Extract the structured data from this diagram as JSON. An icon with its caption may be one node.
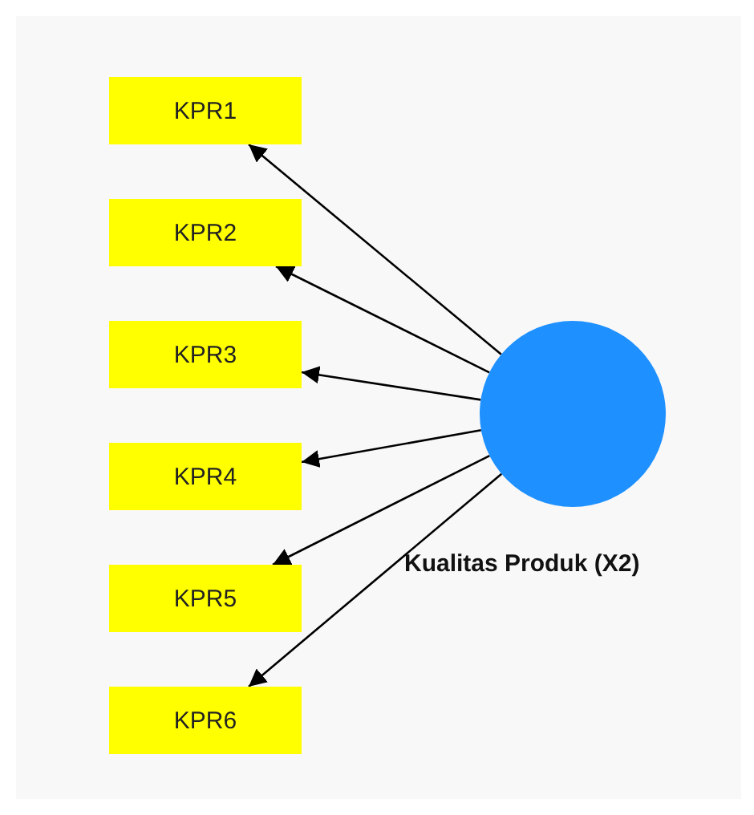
{
  "diagram": {
    "nodes": [
      {
        "text": [
          "KPR1"
        ]
      },
      {
        "text": [
          "KPR2"
        ]
      },
      {
        "text": [
          "KPR3"
        ]
      },
      {
        "text": [
          "KPR4"
        ]
      },
      {
        "text": [
          "KPR5"
        ]
      },
      {
        "text": [
          "KPR6"
        ]
      },
      {
        "text": [],
        "shape": "circle",
        "beside": [
          "Kualitas Produk (X2)"
        ]
      }
    ],
    "edges": [
      {
        "from": 6,
        "to": 0,
        "arrow": "to"
      },
      {
        "from": 6,
        "to": 1,
        "arrow": "to"
      },
      {
        "from": 6,
        "to": 2,
        "arrow": "to"
      },
      {
        "from": 6,
        "to": 3,
        "arrow": "to"
      },
      {
        "from": 6,
        "to": 4,
        "arrow": "to"
      },
      {
        "from": 6,
        "to": 5,
        "arrow": "to"
      }
    ]
  }
}
